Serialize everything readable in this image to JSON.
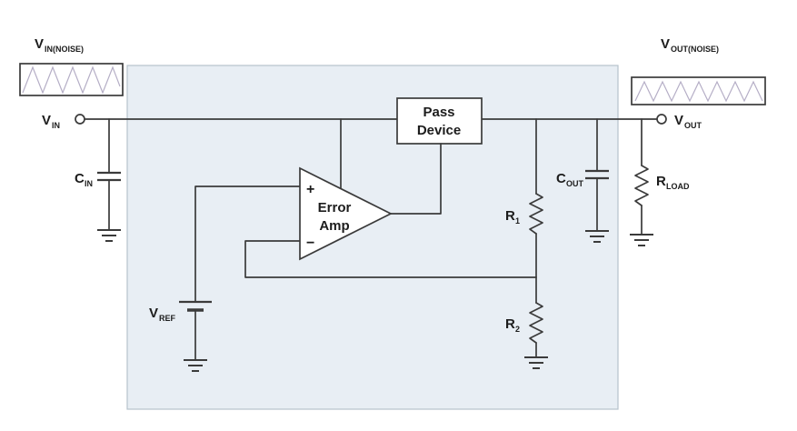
{
  "diagram": {
    "colors": {
      "canvas_bg": "#ffffff",
      "ic_fill": "#e8eef4",
      "ic_border": "#b6c2cb",
      "wire": "#3b3b3b",
      "component_fill": "#ffffff",
      "text": "#1c1c1c",
      "waveform": "#b5aec6"
    },
    "labels": {
      "vin_noise": {
        "main": "V",
        "sub": "IN(NOISE)"
      },
      "vout_noise": {
        "main": "V",
        "sub": "OUT(NOISE)"
      },
      "vin": {
        "main": "V",
        "sub": "IN"
      },
      "vout": {
        "main": "V",
        "sub": "OUT"
      },
      "cin": {
        "main": "C",
        "sub": "IN"
      },
      "cout": {
        "main": "C",
        "sub": "OUT"
      },
      "rload": {
        "main": "R",
        "sub": "LOAD"
      },
      "r1": {
        "main": "R",
        "sub": "1"
      },
      "r2": {
        "main": "R",
        "sub": "2"
      },
      "vref": {
        "main": "V",
        "sub": "REF"
      },
      "pass_device": {
        "line1": "Pass",
        "line2": "Device"
      },
      "error_amp": {
        "line1": "Error",
        "line2": "Amp",
        "plus": "+",
        "minus": "−"
      }
    }
  }
}
